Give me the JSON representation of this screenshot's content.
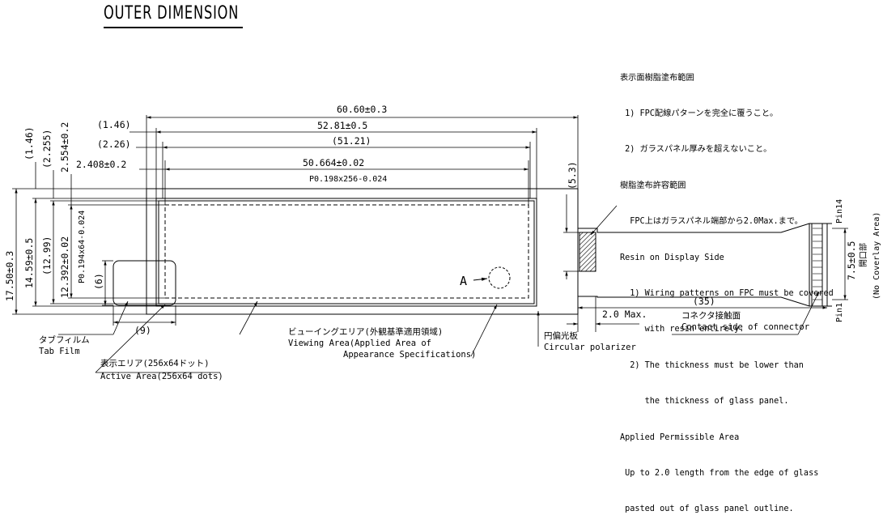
{
  "title": "OUTER DIMENSION",
  "notes": [
    "表示面樹脂塗布範囲",
    " 1) FPC配線パターンを完全に覆うこと。",
    " 2) ガラスパネル厚みを超えないこと。",
    "樹脂塗布許容範囲",
    "  FPC上はガラスパネル端部から2.0Max.まで。",
    "Resin on Display Side",
    "  1) Wiring patterns on FPC must be covered",
    "     with resin entirely.",
    "  2) The thickness must be lower than",
    "     the thickness of glass panel.",
    "Applied Permissible Area",
    " Up to 2.0 length from the edge of glass",
    " pasted out of glass panel outline."
  ],
  "dims": {
    "width_total": "60.60±0.3",
    "width_viewing": "52.81±0.5",
    "width_ref": "(51.21)",
    "width_active": "50.664±0.02",
    "pitch_x": "P0.198x256-0.024",
    "left_146": "(1.46)",
    "left_226": "(2.26)",
    "left_2408": "2.408±0.2",
    "v_146": "(1.46)",
    "v_2255": "(2.255)",
    "v_2554": "2.554±0.2",
    "height_total": "17.50±0.3",
    "height_viewing": "14.59±0.5",
    "height_ref": "(12.99)",
    "height_active": "12.392±0.02",
    "pitch_y": "P0.194x64-0.024",
    "tab_h": "(6)",
    "tab_w": "(9)",
    "fpc_h": "(5.3)",
    "fpc_len": "(35)",
    "resin_max": "2.0 Max.",
    "conn_w": "7.5±0.5",
    "opening": "開口部",
    "no_coverlay": "(No Coverlay Area)",
    "pin14": "Pin14",
    "pin1": "Pin1",
    "view_a": "A"
  },
  "callouts": {
    "tab_film_jp": "タブフィルム",
    "tab_film_en": "Tab Film",
    "active_jp": "表示エリア(256x64ドット)",
    "active_en": "Active Area(256x64 dots)",
    "viewing_jp": "ビューイングエリア(外観基準適用領域)",
    "viewing_en1": "Viewing Area(Applied Area of",
    "viewing_en2": "Appearance Specifications)",
    "polarizer_jp": "円偏光板",
    "polarizer_en": "Circular polarizer",
    "contact_jp": "コネクタ接触面",
    "contact_en": "Contact side of connector"
  }
}
